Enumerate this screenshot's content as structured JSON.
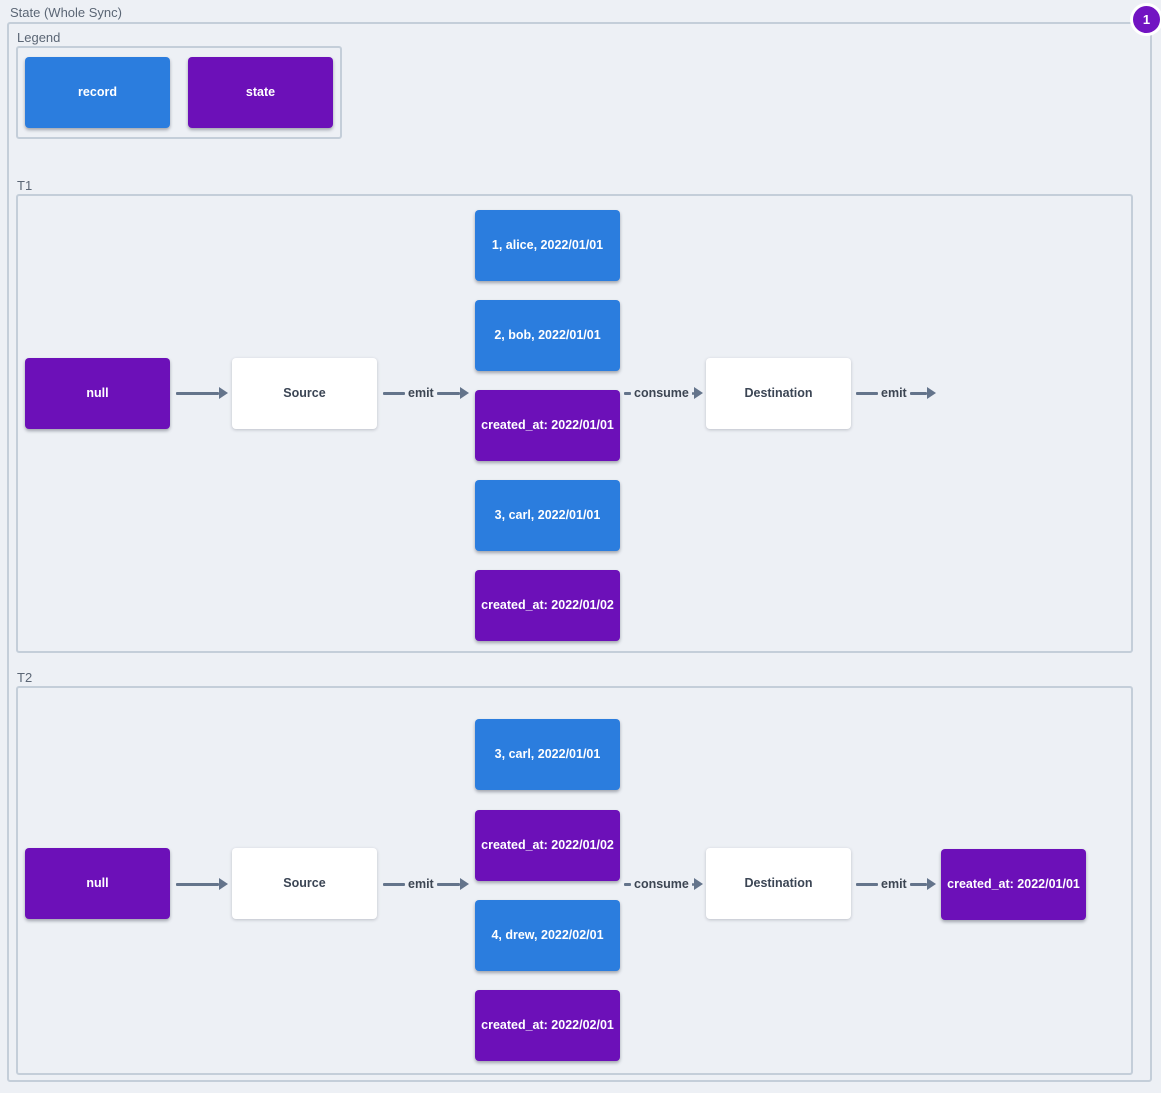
{
  "title": "State (Whole Sync)",
  "badge": {
    "value": "1"
  },
  "colors": {
    "record": "#2b7dde",
    "state": "#6c10b8",
    "node_bg": "#ffffff",
    "arrow": "#64748b",
    "background": "#edf0f5",
    "group_border": "#c4ced9",
    "badge": "#7214c2"
  },
  "legend": {
    "title": "Legend",
    "items": [
      {
        "type": "record",
        "label": "record"
      },
      {
        "type": "state",
        "label": "state"
      }
    ]
  },
  "sections": [
    {
      "title": "T1",
      "input_state": {
        "label": "null",
        "type": "state"
      },
      "source": {
        "label": "Source"
      },
      "emit_label": "emit",
      "queue": [
        {
          "label": "1, alice, 2022/01/01",
          "type": "record"
        },
        {
          "label": "2, bob, 2022/01/01",
          "type": "record"
        },
        {
          "label": "created_at: 2022/01/01",
          "type": "state"
        },
        {
          "label": "3, carl, 2022/01/01",
          "type": "record"
        },
        {
          "label": "created_at: 2022/01/02",
          "type": "state"
        }
      ],
      "consume_label": "consume",
      "destination": {
        "label": "Destination"
      },
      "emit_out_label": "emit"
    },
    {
      "title": "T2",
      "input_state": {
        "label": "null",
        "type": "state"
      },
      "source": {
        "label": "Source"
      },
      "emit_label": "emit",
      "queue": [
        {
          "label": "3, carl, 2022/01/01",
          "type": "record"
        },
        {
          "label": "created_at: 2022/01/02",
          "type": "state"
        },
        {
          "label": "4, drew, 2022/02/01",
          "type": "record"
        },
        {
          "label": "created_at: 2022/02/01",
          "type": "state"
        }
      ],
      "consume_label": "consume",
      "destination": {
        "label": "Destination"
      },
      "emit_out_label": "emit",
      "output_state": {
        "label": "created_at: 2022/01/01",
        "type": "state"
      }
    }
  ]
}
